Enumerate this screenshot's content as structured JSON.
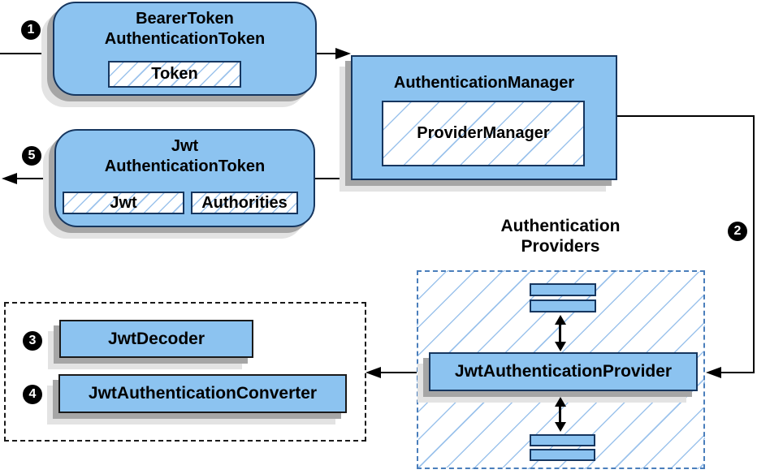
{
  "diagram": {
    "bearer_token": {
      "line1": "BearerToken",
      "line2": "AuthenticationToken",
      "field": "Token"
    },
    "authentication_manager": {
      "title": "AuthenticationManager",
      "inner": "ProviderManager"
    },
    "jwt_authentication_token": {
      "line1": "Jwt",
      "line2": "AuthenticationToken",
      "field_jwt": "Jwt",
      "field_authorities": "Authorities"
    },
    "providers": {
      "label_line1": "Authentication",
      "label_line2": "Providers",
      "provider": "JwtAuthenticationProvider"
    },
    "converters": {
      "decoder": "JwtDecoder",
      "converter": "JwtAuthenticationConverter"
    },
    "steps": {
      "s1": "1",
      "s2": "2",
      "s3": "3",
      "s4": "4",
      "s5": "5"
    },
    "colors": {
      "node_fill": "#8CC3F0",
      "node_border": "#16365F",
      "hatch": "#9CC3EC",
      "providers_border": "#4A7EBB",
      "shadow_dark": "#A6A6A6",
      "shadow_light": "#E3E3E3",
      "line": "#000000"
    }
  }
}
